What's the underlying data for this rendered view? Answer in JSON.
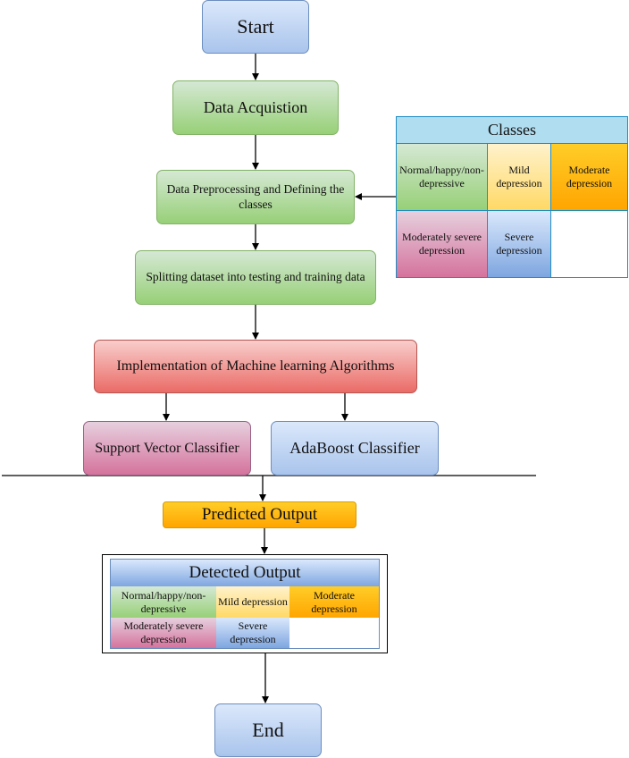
{
  "nodes": {
    "start": "Start",
    "acquisition": "Data Acquistion",
    "preprocessing": "Data Preprocessing and Defining the classes",
    "splitting": "Splitting dataset into testing and training data",
    "implementation": "Implementation of Machine learning Algorithms",
    "svc": "Support Vector Classifier",
    "adaboost": "AdaBoost Classifier",
    "predicted": "Predicted Output",
    "end": "End"
  },
  "classes_table": {
    "title": "Classes",
    "cells": [
      "Normal/happy/non-depressive",
      "Mild depression",
      "Moderate depression",
      "Moderately severe depression",
      "Severe depression"
    ]
  },
  "detected_table": {
    "title": "Detected Output",
    "cells": [
      "Normal/happy/non-depressive",
      "Mild depression",
      "Moderate depression",
      "Moderately severe depression",
      "Severe depression"
    ]
  },
  "colors": {
    "blue": "#a9c4ec",
    "green": "#97d077",
    "red": "#ea6b66",
    "pink": "#d5739d",
    "orange": "#ffa500",
    "table_header": "#b1ddf0",
    "table_border": "#1f8dc4"
  }
}
